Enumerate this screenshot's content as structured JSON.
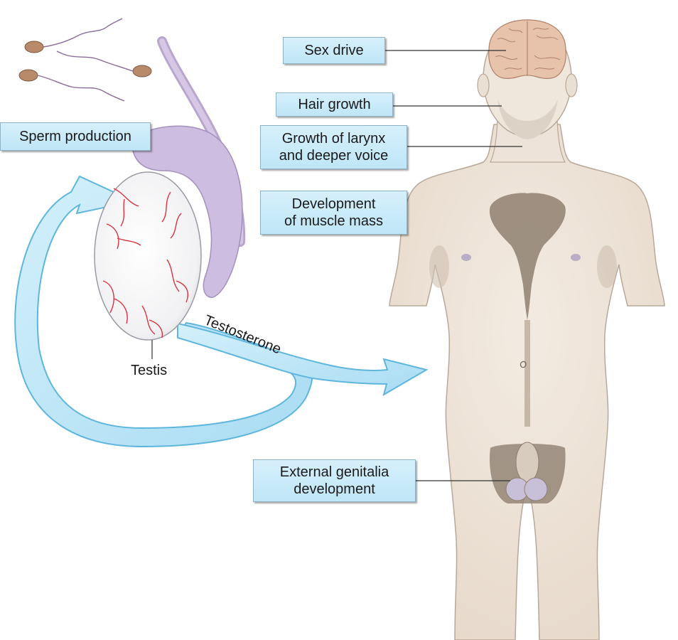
{
  "labels": {
    "sex_drive": "Sex drive",
    "hair_growth": "Hair growth",
    "larynx_line1": "Growth of larynx",
    "larynx_line2": "and deeper voice",
    "muscle_line1": "Development",
    "muscle_line2": "of muscle mass",
    "genitalia_line1": "External genitalia",
    "genitalia_line2": "development",
    "sperm_production": "Sperm production",
    "testis": "Testis",
    "testosterone": "Testosterone"
  },
  "colors": {
    "label_fill": "#c8ebf9",
    "arrow_fill": "#bfe7f8",
    "arrow_stroke": "#5fb6dc",
    "skin": "#efe4d8",
    "skin_outline": "#b8a898",
    "epididymis": "#c9b6db",
    "testis_vessels": "#d9333f",
    "brain": "#e7c3ac"
  }
}
